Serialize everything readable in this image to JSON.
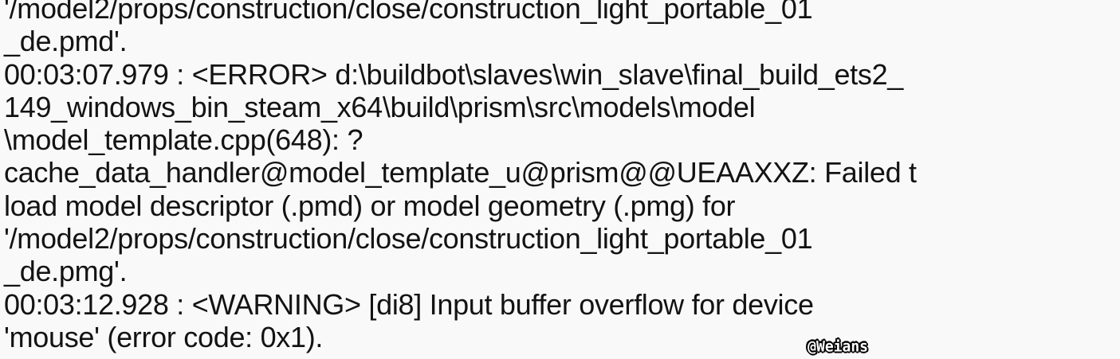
{
  "log": {
    "lines": [
      "'/model2/props/construction/close/construction_light_portable_01",
      "_de.pmd'.",
      "00:03:07.979 : <ERROR> d:\\buildbot\\slaves\\win_slave\\final_build_ets2_",
      "149_windows_bin_steam_x64\\build\\prism\\src\\models\\model",
      "\\model_template.cpp(648): ?",
      "cache_data_handler@model_template_u@prism@@UEAAXXZ: Failed t",
      "load model descriptor (.pmd) or model geometry (.pmg) for",
      "'/model2/props/construction/close/construction_light_portable_01",
      "_de.pmg'.",
      "00:03:12.928 : <WARNING> [di8] Input buffer overflow for device",
      "'mouse' (error code: 0x1)."
    ]
  },
  "watermark": {
    "text": "@Weians"
  },
  "colors": {
    "background": "#f9f9f9",
    "text": "#131313",
    "watermark_fill": "#ffffff",
    "watermark_outline": "#000000"
  }
}
